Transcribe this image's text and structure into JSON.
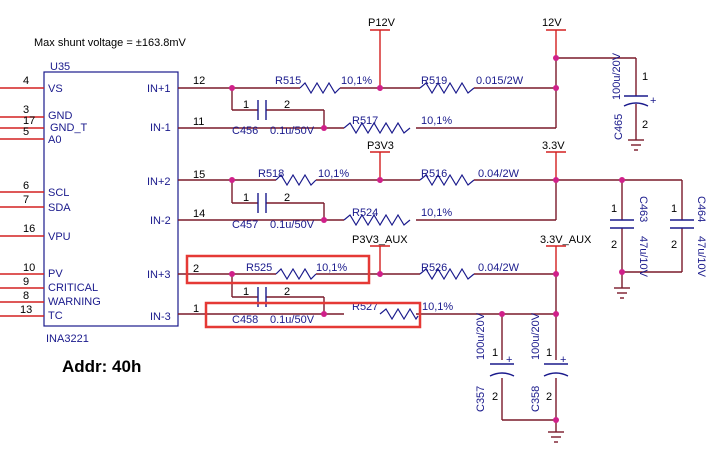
{
  "note": "Max shunt voltage = ±163.8mV",
  "chip": {
    "ref": "U35",
    "part": "INA3221",
    "addr": "Addr: 40h",
    "left_pins": [
      {
        "num": "4",
        "name": "VS"
      },
      {
        "num": "3",
        "name": "GND"
      },
      {
        "num": "17",
        "name": "GND_T"
      },
      {
        "num": "5",
        "name": "A0"
      },
      {
        "num": "6",
        "name": "SCL"
      },
      {
        "num": "7",
        "name": "SDA"
      },
      {
        "num": "16",
        "name": "VPU"
      },
      {
        "num": "10",
        "name": "PV"
      },
      {
        "num": "9",
        "name": "CRITICAL"
      },
      {
        "num": "8",
        "name": "WARNING"
      },
      {
        "num": "13",
        "name": "TC"
      }
    ],
    "right_pins": [
      {
        "num": "12",
        "name": "IN+1"
      },
      {
        "num": "11",
        "name": "IN-1"
      },
      {
        "num": "15",
        "name": "IN+2"
      },
      {
        "num": "14",
        "name": "IN-2"
      },
      {
        "num": "2",
        "name": "IN+3"
      },
      {
        "num": "1",
        "name": "IN-3"
      }
    ]
  },
  "nets": {
    "p12v": "P12V",
    "v12": "12V",
    "p3v3": "P3V3",
    "v33": "3.3V",
    "p3v3aux": "P3V3_AUX",
    "v33aux": "3.3V_AUX"
  },
  "resistors": {
    "r515": {
      "ref": "R515",
      "val": "10,1%"
    },
    "r519": {
      "ref": "R519",
      "val": "0.015/2W"
    },
    "r517": {
      "ref": "R517",
      "val": "10,1%"
    },
    "r518": {
      "ref": "R518",
      "val": "10,1%"
    },
    "r516": {
      "ref": "R516",
      "val": "0.04/2W"
    },
    "r524": {
      "ref": "R524",
      "val": "10,1%"
    },
    "r525": {
      "ref": "R525",
      "val": "10,1%"
    },
    "r526": {
      "ref": "R526",
      "val": "0.04/2W"
    },
    "r527": {
      "ref": "R527",
      "val": "10,1%"
    }
  },
  "caps": {
    "c456": {
      "ref": "C456",
      "val": "0.1u/50V"
    },
    "c457": {
      "ref": "C457",
      "val": "0.1u/50V"
    },
    "c458": {
      "ref": "C458",
      "val": "0.1u/50V"
    },
    "c465": {
      "ref": "C465",
      "val": "100u/20V"
    },
    "c463": {
      "ref": "C463",
      "val": "47u/10V"
    },
    "c464": {
      "ref": "C464",
      "val": "47u/10V"
    },
    "c357": {
      "ref": "C357",
      "val": "100u/20V"
    },
    "c358": {
      "ref": "C358",
      "val": "100u/20V"
    }
  },
  "pin_nums": {
    "one": "1",
    "two": "2"
  },
  "plus": "+"
}
